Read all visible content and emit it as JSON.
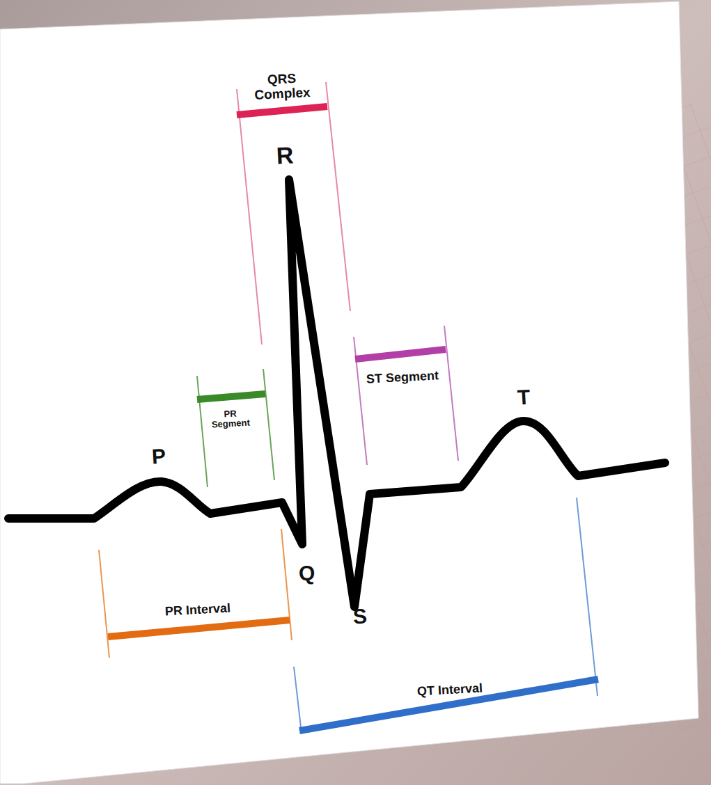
{
  "diagram": {
    "labels": [
      "QRS Complex",
      "R",
      "PR Segment",
      "ST Segment",
      "T",
      "P",
      "Q",
      "S",
      "PR Interval",
      "QT Interval"
    ]
  }
}
